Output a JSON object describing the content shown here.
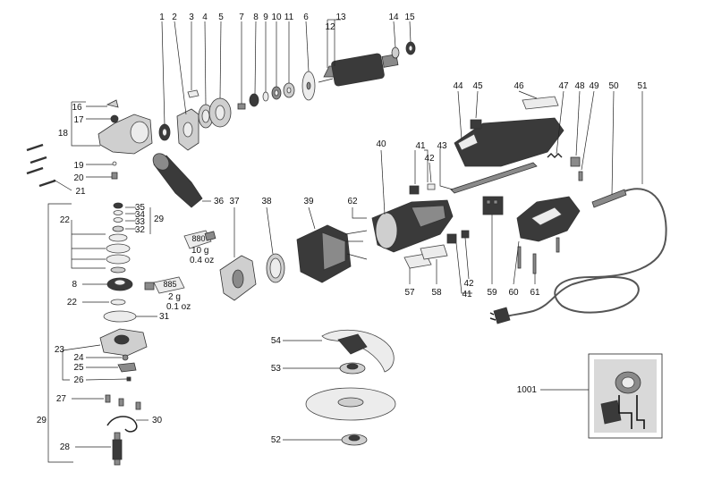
{
  "diagram": {
    "part_labels": {
      "l1": "1",
      "l2": "2",
      "l3": "3",
      "l4": "4",
      "l5": "5",
      "l6": "6",
      "l7": "7",
      "l8": "8",
      "l9": "9",
      "l10": "10",
      "l11": "11",
      "l12": "12",
      "l13": "13",
      "l14": "14",
      "l15": "15",
      "l16": "16",
      "l17": "17",
      "l18": "18",
      "l19": "19",
      "l20": "20",
      "l21": "21",
      "l22a": "22",
      "l22b": "22",
      "l23": "23",
      "l24": "24",
      "l25": "25",
      "l26": "26",
      "l27": "27",
      "l28": "28",
      "l29a": "29",
      "l29b": "29",
      "l30": "30",
      "l31": "31",
      "l32": "32",
      "l33": "33",
      "l34": "34",
      "l35": "35",
      "l36": "36",
      "l37": "37",
      "l38": "38",
      "l39": "39",
      "l40": "40",
      "l41a": "41",
      "l41b": "41",
      "l42a": "42",
      "l42b": "42",
      "l43": "43",
      "l44": "44",
      "l45": "45",
      "l46": "46",
      "l47": "47",
      "l48": "48",
      "l49": "49",
      "l50": "50",
      "l51": "51",
      "l52": "52",
      "l53": "53",
      "l54": "54",
      "l57": "57",
      "l58": "58",
      "l59": "59",
      "l60": "60",
      "l61": "61",
      "l62": "62",
      "l1001": "1001",
      "l8b": "8"
    },
    "tube_labels": {
      "grease_880": "880",
      "grease_880_amount_g": "10 g",
      "grease_880_amount_oz": "0.4 oz",
      "grease_885": "885",
      "grease_885_amount_g": "2 g",
      "grease_885_amount_oz": "0.1 oz"
    }
  }
}
